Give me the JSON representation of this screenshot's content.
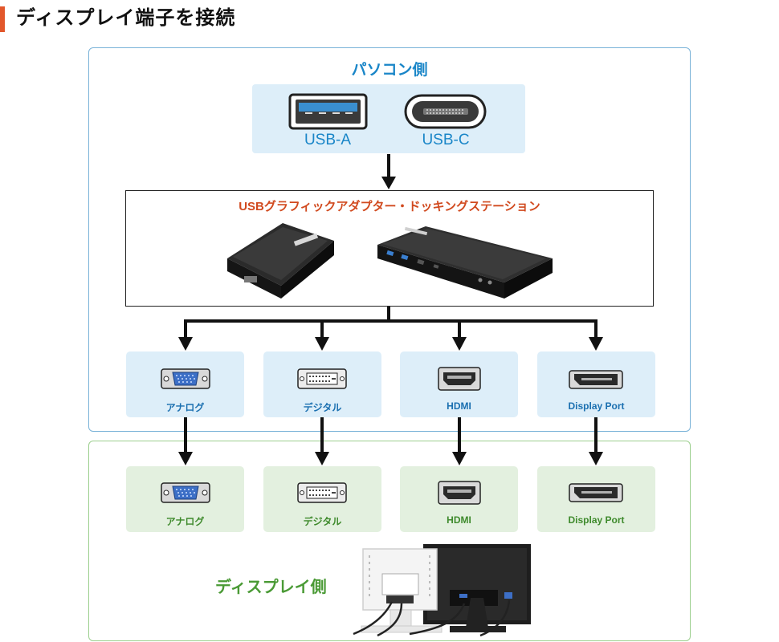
{
  "page_title": "ディスプレイ端子を接続",
  "pc_side": {
    "title": "パソコン側",
    "ports": [
      {
        "label": "USB-A",
        "icon": "usb-a-port-icon"
      },
      {
        "label": "USB-C",
        "icon": "usb-c-port-icon"
      }
    ]
  },
  "adapter": {
    "title": "USBグラフィックアダプター・ドッキングステーション",
    "devices": [
      "usb-graphics-adapter-image",
      "docking-station-image"
    ]
  },
  "pc_outputs": [
    {
      "label": "アナログ",
      "icon": "vga-port-icon"
    },
    {
      "label": "デジタル",
      "icon": "dvi-port-icon"
    },
    {
      "label": "HDMI",
      "icon": "hdmi-port-icon"
    },
    {
      "label": "Display Port",
      "icon": "displayport-icon"
    }
  ],
  "display_side": {
    "title": "ディスプレイ側",
    "inputs": [
      {
        "label": "アナログ",
        "icon": "vga-port-icon"
      },
      {
        "label": "デジタル",
        "icon": "dvi-port-icon"
      },
      {
        "label": "HDMI",
        "icon": "hdmi-port-icon"
      },
      {
        "label": "Display Port",
        "icon": "displayport-icon"
      }
    ]
  },
  "colors": {
    "accent": "#e2572b",
    "pc_blue": "#1a86c8",
    "display_green": "#4a9a35",
    "adapter_red": "#d14a1f"
  }
}
